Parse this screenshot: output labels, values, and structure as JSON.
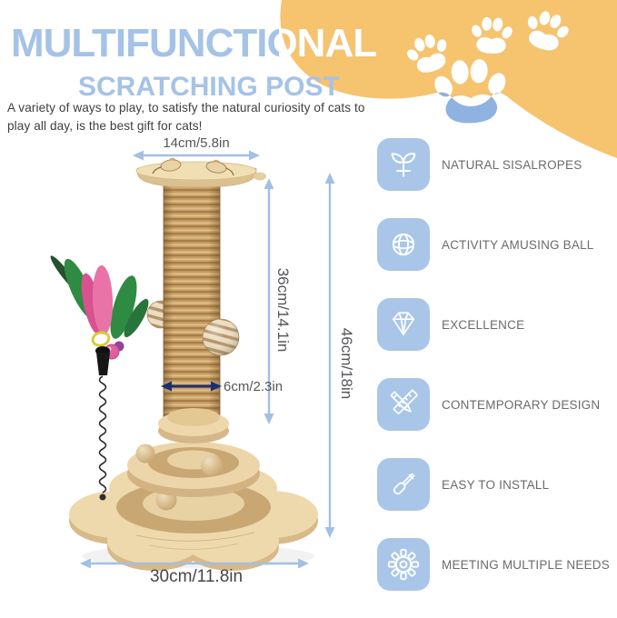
{
  "header": {
    "title": "MULTIFUNCTIONAL",
    "subtitle": "SCRATCHING POST",
    "description_line1": "A variety of ways to play, to satisfy the natural curiosity of cats to",
    "description_line2": "play all day, is the best gift for cats!"
  },
  "product": {
    "name": "cat scratching post with turntable ball base and feather spring toy",
    "dimensions": {
      "top_width": "14cm/5.8in",
      "post_height": "36cm/14.1in",
      "total_height": "46cm/18in",
      "post_diameter": "6cm/2.3in",
      "base_width": "30cm/11.8in"
    }
  },
  "features": [
    {
      "icon": "plant-icon",
      "label": "NATURAL SISALROPES"
    },
    {
      "icon": "globe-icon",
      "label": "ACTIVITY AMUSING BALL"
    },
    {
      "icon": "diamond-icon",
      "label": "EXCELLENCE"
    },
    {
      "icon": "pencil-ruler-icon",
      "label": "CONTEMPORARY DESIGN"
    },
    {
      "icon": "screwdriver-icon",
      "label": "EASY TO INSTALL"
    },
    {
      "icon": "gear-icon",
      "label": "MEETING MULTIPLE NEEDS"
    }
  ],
  "colors": {
    "accent_orange": "#F6C36F",
    "title_blue": "#A5C3E6",
    "icon_blue": "#A9C6E9",
    "paw_blue": "#8FB2E0",
    "arrow_blue": "#A2C0E3",
    "arrow_navy": "#1E2F6E"
  }
}
